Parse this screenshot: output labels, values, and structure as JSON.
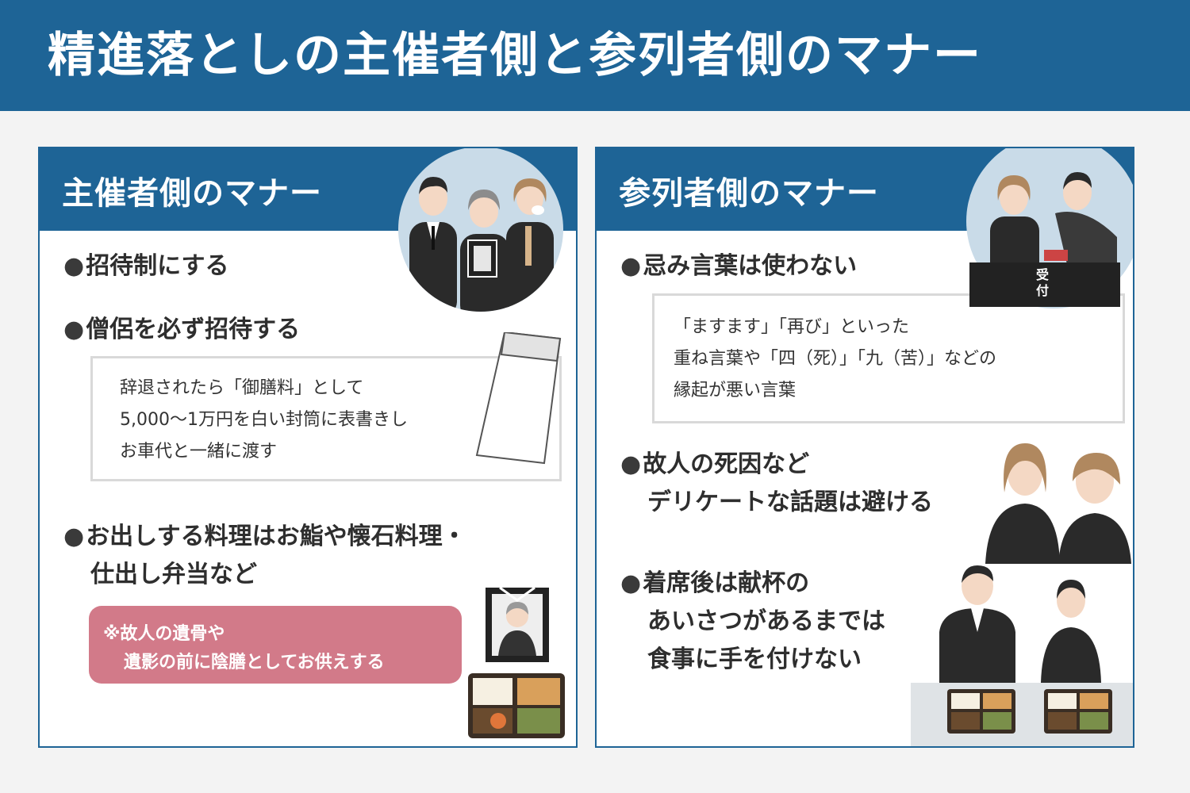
{
  "title": "精進落としの主催者側と参列者側のマナー",
  "host": {
    "heading": "主催者側のマナー",
    "items": [
      {
        "text": "招待制にする"
      },
      {
        "text": "僧侶を必ず招待する"
      },
      {
        "line1": "お出しする料理はお鮨や懐石料理・",
        "line2": "仕出し弁当など"
      }
    ],
    "note_lines": [
      "辞退されたら「御膳料」として",
      "5,000〜1万円を白い封筒に表書きし",
      "お車代と一緒に渡す"
    ],
    "pink_lines": [
      "※故人の遺骨や",
      "遺影の前に陰膳としてお供えする"
    ]
  },
  "guest": {
    "heading": "参列者側のマナー",
    "reception_label": "受\n付",
    "items": [
      {
        "text": "忌み言葉は使わない"
      },
      {
        "line1": "故人の死因など",
        "line2": "デリケートな話題は避ける"
      },
      {
        "line1": "着席後は献杯の",
        "line2": "あいさつがあるまでは",
        "line3": "食事に手を付けない"
      }
    ],
    "note_lines": [
      "「ますます」「再び」といった",
      "重ね言葉や「四（死）」「九（苦）」などの",
      "縁起が悪い言葉"
    ]
  },
  "colors": {
    "primary": "#1e6496",
    "pink": "#d27a89",
    "circle": "#c9dbe8",
    "suit": "#2a2a2a"
  }
}
